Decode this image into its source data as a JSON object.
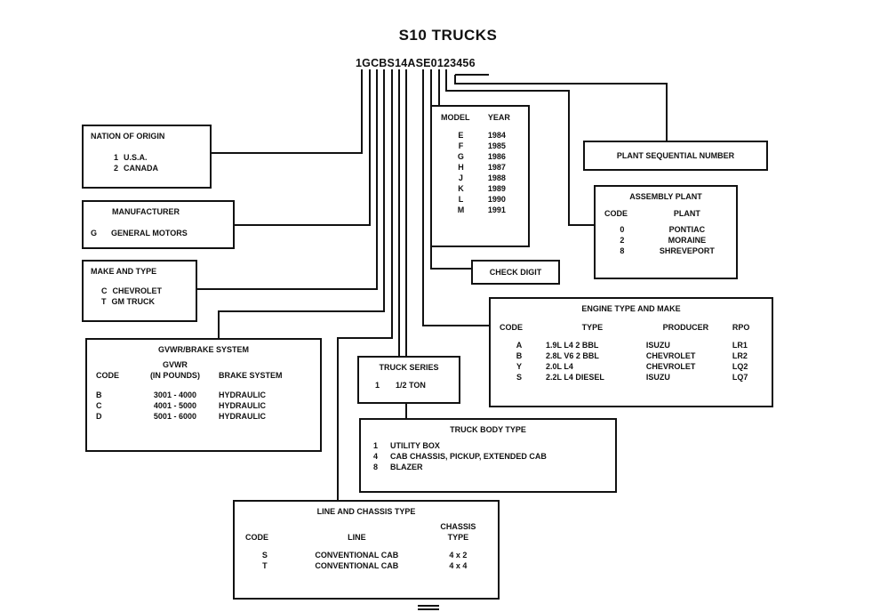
{
  "title": "S10 TRUCKS",
  "vin": "1GCBS14ASE0123456",
  "nation": {
    "title": "NATION OF ORIGIN",
    "items": [
      {
        "code": "1",
        "label": "U.S.A."
      },
      {
        "code": "2",
        "label": "CANADA"
      }
    ]
  },
  "manufacturer": {
    "title": "MANUFACTURER",
    "items": [
      {
        "code": "G",
        "label": "GENERAL MOTORS"
      }
    ]
  },
  "make": {
    "title": "MAKE AND TYPE",
    "items": [
      {
        "code": "C",
        "label": "CHEVROLET"
      },
      {
        "code": "T",
        "label": "GM TRUCK"
      }
    ]
  },
  "gvwr": {
    "title": "GVWR/BRAKE SYSTEM",
    "col_gvwr": "GVWR",
    "col_gvwr_sub": "(IN POUNDS)",
    "col_code": "CODE",
    "col_brake": "BRAKE SYSTEM",
    "rows": [
      {
        "code": "B",
        "gvwr": "3001 - 4000",
        "brake": "HYDRAULIC"
      },
      {
        "code": "C",
        "gvwr": "4001 - 5000",
        "brake": "HYDRAULIC"
      },
      {
        "code": "D",
        "gvwr": "5001 - 6000",
        "brake": "HYDRAULIC"
      }
    ]
  },
  "line": {
    "title": "LINE AND CHASSIS TYPE",
    "col_code": "CODE",
    "col_line": "LINE",
    "col_chassis": "CHASSIS",
    "col_type": "TYPE",
    "rows": [
      {
        "code": "S",
        "line": "CONVENTIONAL CAB",
        "type": "4 x 2"
      },
      {
        "code": "T",
        "line": "CONVENTIONAL CAB",
        "type": "4 x 4"
      }
    ]
  },
  "series": {
    "title": "TRUCK SERIES",
    "items": [
      {
        "code": "1",
        "label": "1/2 TON"
      }
    ]
  },
  "body": {
    "title": "TRUCK BODY TYPE",
    "items": [
      {
        "code": "1",
        "label": "UTILITY BOX"
      },
      {
        "code": "4",
        "label": "CAB CHASSIS, PICKUP, EXTENDED CAB"
      },
      {
        "code": "8",
        "label": "BLAZER"
      }
    ]
  },
  "engine": {
    "title": "ENGINE TYPE AND MAKE",
    "col_code": "CODE",
    "col_type": "TYPE",
    "col_producer": "PRODUCER",
    "col_rpo": "RPO",
    "rows": [
      {
        "code": "A",
        "type": "1.9L L4 2 BBL",
        "producer": "ISUZU",
        "rpo": "LR1"
      },
      {
        "code": "B",
        "type": "2.8L V6 2 BBL",
        "producer": "CHEVROLET",
        "rpo": "LR2"
      },
      {
        "code": "Y",
        "type": "2.0L L4",
        "producer": "CHEVROLET",
        "rpo": "LQ2"
      },
      {
        "code": "S",
        "type": "2.2L L4 DIESEL",
        "producer": "ISUZU",
        "rpo": "LQ7"
      }
    ]
  },
  "year": {
    "col_model": "MODEL",
    "col_year": "YEAR",
    "rows": [
      {
        "code": "E",
        "year": "1984"
      },
      {
        "code": "F",
        "year": "1985"
      },
      {
        "code": "G",
        "year": "1986"
      },
      {
        "code": "H",
        "year": "1987"
      },
      {
        "code": "J",
        "year": "1988"
      },
      {
        "code": "K",
        "year": "1989"
      },
      {
        "code": "L",
        "year": "1990"
      },
      {
        "code": "M",
        "year": "1991"
      }
    ]
  },
  "check": {
    "title": "CHECK DIGIT"
  },
  "assembly": {
    "title": "ASSEMBLY PLANT",
    "col_code": "CODE",
    "col_plant": "PLANT",
    "rows": [
      {
        "code": "0",
        "plant": "PONTIAC"
      },
      {
        "code": "2",
        "plant": "MORAINE"
      },
      {
        "code": "8",
        "plant": "SHREVEPORT"
      }
    ]
  },
  "plant_seq": {
    "title": "PLANT SEQUENTIAL NUMBER"
  }
}
